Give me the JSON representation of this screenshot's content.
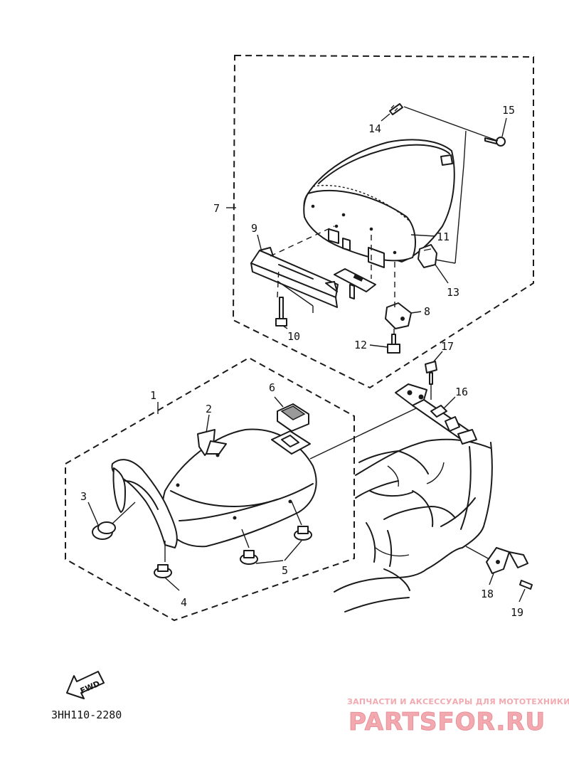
{
  "diagram_code": "3HH110-2280",
  "fwd_label": "FWD",
  "watermark": {
    "line1": "ЗАПЧАСТИ И АКСЕССУАРЫ ДЛЯ МОТОТЕХНИКИ",
    "line2": "PARTSFOR.RU",
    "color": "#f2aab0"
  },
  "callouts": [
    "1",
    "2",
    "3",
    "4",
    "5",
    "6",
    "7",
    "8",
    "9",
    "10",
    "11",
    "12",
    "13",
    "14",
    "15",
    "16",
    "17",
    "18",
    "19"
  ]
}
